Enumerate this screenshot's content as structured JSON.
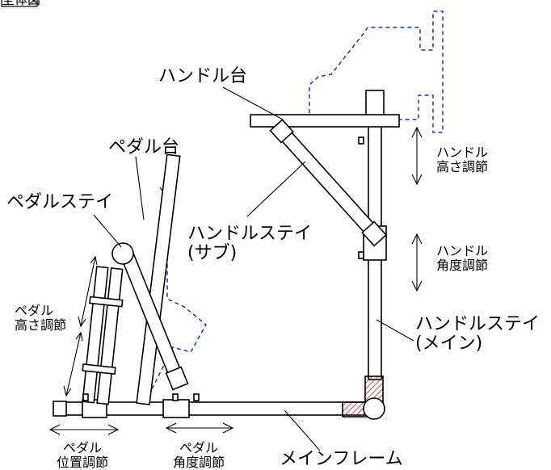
{
  "title": "全体図",
  "labels": {
    "handle_base": "ハンドル台",
    "pedal_base": "ペダル台",
    "pedal_stay": "ペダルステイ",
    "handle_stay_sub_line1": "ハンドルステイ",
    "handle_stay_sub_line2": "(サブ)",
    "handle_stay_main_line1": "ハンドルステイ",
    "handle_stay_main_line2": "(メイン)",
    "main_frame": "メインフレーム",
    "handle_height_line1": "ハンドル",
    "handle_height_line2": "高さ調節",
    "handle_angle_line1": "ハンドル",
    "handle_angle_line2": "角度調節",
    "pedal_height_line1": "ペダル",
    "pedal_height_line2": "高さ調節",
    "pedal_position_line1": "ペダル",
    "pedal_position_line2": "位置調節",
    "pedal_angle_line1": "ペダル",
    "pedal_angle_line2": "角度調節"
  },
  "colors": {
    "line": "#000000",
    "dashed": "#1a2fd6",
    "hatch": "#cc1a1a"
  }
}
